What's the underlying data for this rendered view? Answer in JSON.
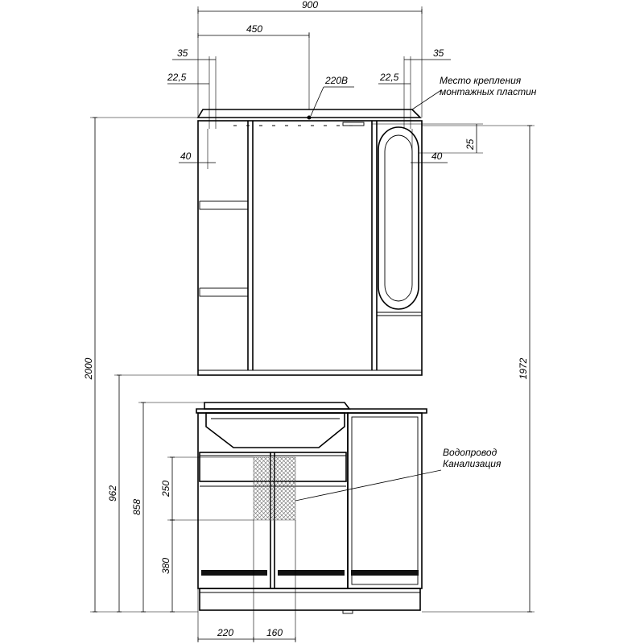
{
  "dimensions": {
    "mirror_width": "900",
    "half_width": "450",
    "left_offset_35": "35",
    "left_offset_22_5": "22,5",
    "right_offset_35": "35",
    "right_offset_22_5": "22,5",
    "left_inset_40": "40",
    "right_inset_40": "40",
    "top_offset_25": "25",
    "total_height": "2000",
    "mount_height": "1972",
    "vanity_height_962": "962",
    "vanity_height_858": "858",
    "pipe_height_250": "250",
    "pipe_height_380": "380",
    "pipe_offset_220": "220",
    "pipe_offset_160": "160"
  },
  "labels": {
    "power": "220В",
    "mount_line1": "Место крепления",
    "mount_line2": "монтажных пластин",
    "water_line1": "Водопровод",
    "water_line2": "Канализация"
  }
}
